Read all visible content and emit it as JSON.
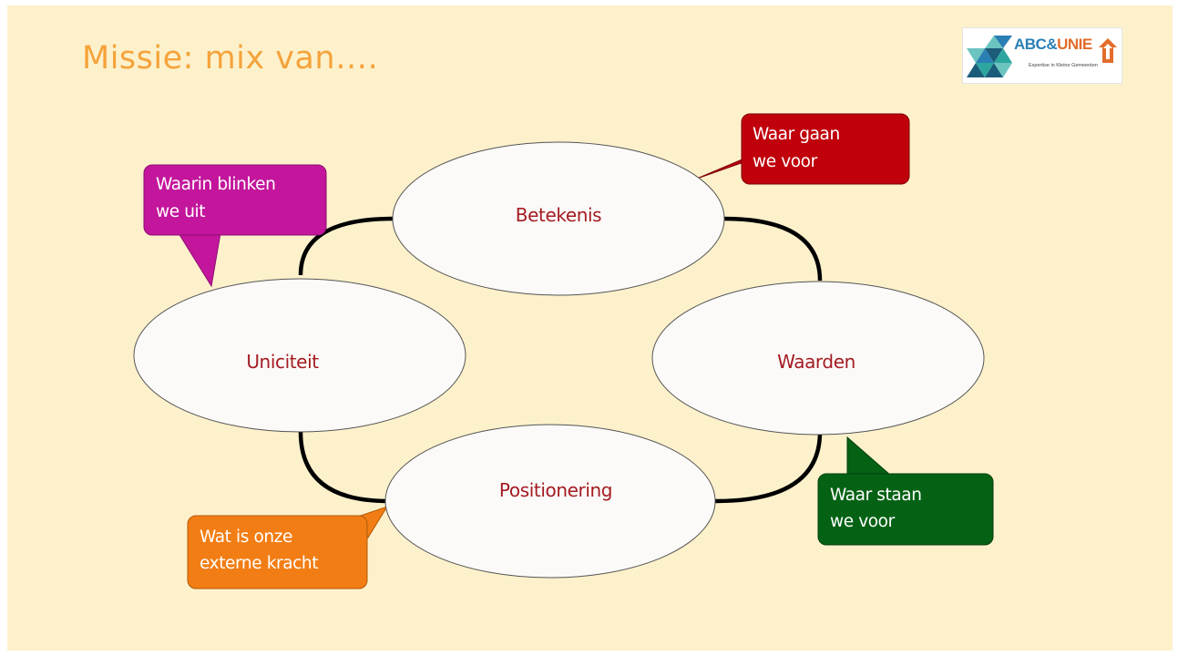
{
  "slide": {
    "title": "Missie: mix van….",
    "background_color": "#fdf1cc"
  },
  "logo": {
    "word_abc": "ABC&",
    "word_unie": "UNIE",
    "subtitle": "Expertise in Kleine Gemeenten",
    "icon_left": "triangle-mosaic-icon",
    "icon_right": "house-arrow-icon"
  },
  "diagram": {
    "nodes": {
      "betekenis": "Betekenis",
      "uniciteit": "Uniciteit",
      "waarden": "Waarden",
      "positionering": "Positionering"
    },
    "label_color": "#a41b22",
    "callouts": {
      "betekenis": {
        "line1": "Waar gaan",
        "line2": "we voor",
        "color": "#c0000b"
      },
      "uniciteit": {
        "line1": "Waarin blinken",
        "line2": "we  uit",
        "color": "#c3169c"
      },
      "waarden": {
        "line1": "Waar staan",
        "line2": "we voor",
        "color": "#056214"
      },
      "positionering": {
        "line1": "Wat is onze",
        "line2": "externe kracht",
        "color": "#f27d14"
      }
    }
  }
}
